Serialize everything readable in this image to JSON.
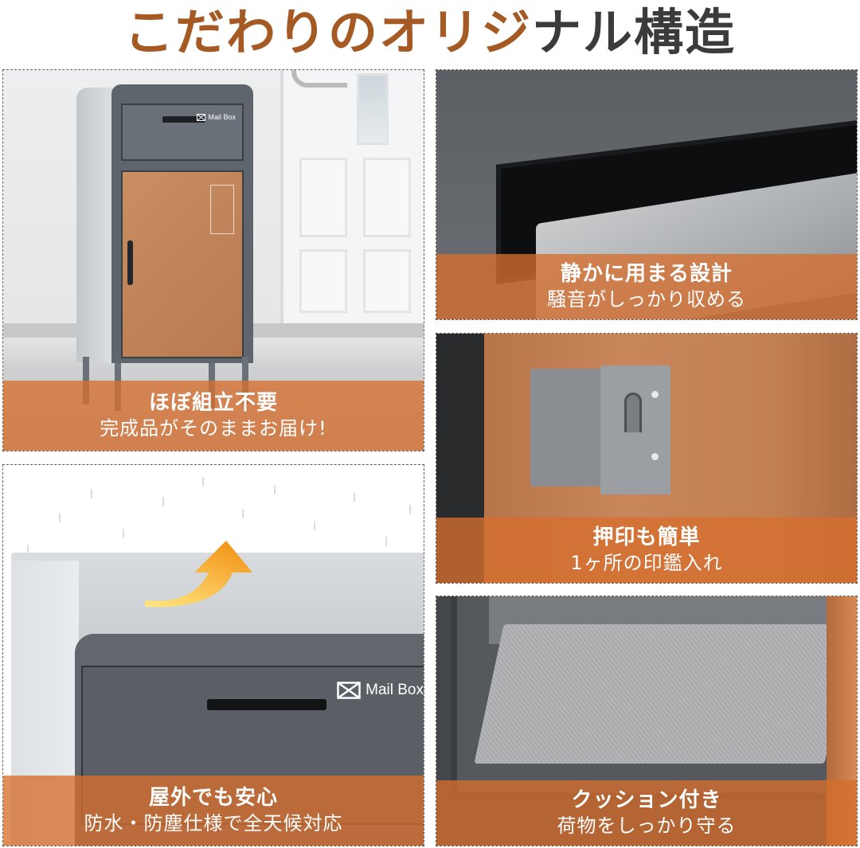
{
  "header": {
    "title_accent": "こだわりのオリジ",
    "title_rest": "ナル構造",
    "accent_color": "#a55a24",
    "rest_color": "#3b3b3b"
  },
  "panels": [
    {
      "id": "assembly",
      "headline": "ほぼ組立不要",
      "subline": "完成品がそのままお届け!",
      "image_label": "Mail Box"
    },
    {
      "id": "quiet-lid",
      "headline": "静かに用まる設計",
      "subline": "騒音がしっかり収める"
    },
    {
      "id": "stamp-holder",
      "headline": "押印も簡単",
      "subline": "1ヶ所の印鑑入れ"
    },
    {
      "id": "weatherproof",
      "headline": "屋外でも安心",
      "subline": "防水・防塵仕様で全天候対応",
      "image_label": "Mail Box"
    },
    {
      "id": "cushion",
      "headline": "クッション付き",
      "subline": "荷物をしっかり守る"
    }
  ],
  "icons": {
    "envelope": "envelope-icon",
    "arrow": "curved-up-arrow-icon"
  },
  "colors": {
    "caption_overlay": "#d66e2e",
    "border_dash": "#6e5a48",
    "mailbox_gray": "#5f656c",
    "mailbox_copper": "#c88e64"
  }
}
